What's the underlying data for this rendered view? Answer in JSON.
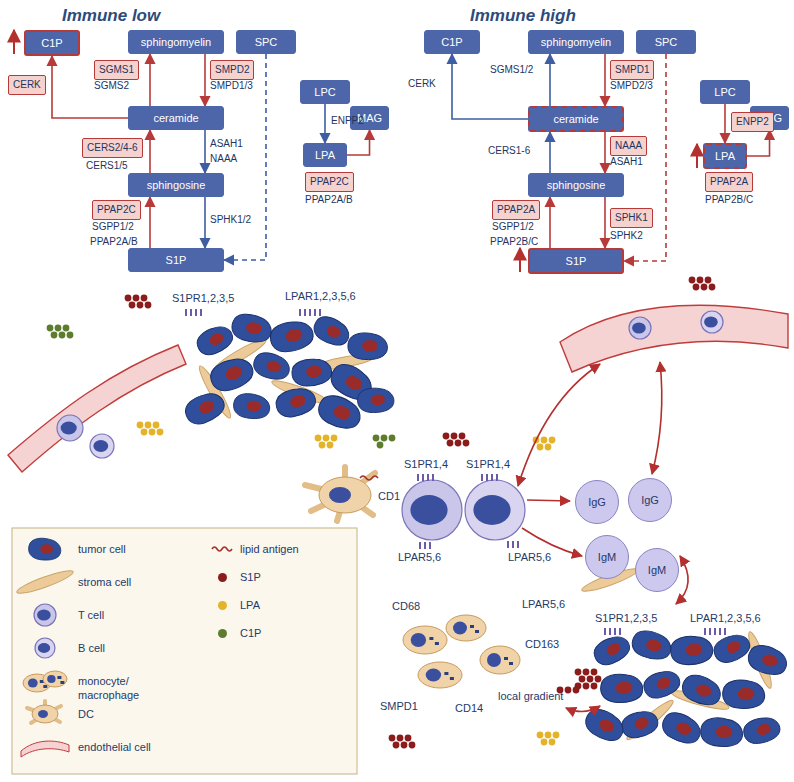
{
  "diagram": {
    "nodes": [
      {
        "text": [
          "C1P"
        ]
      },
      {
        "text": [
          "sphingomyelin"
        ]
      },
      {
        "text": [
          "SPC"
        ]
      },
      {
        "text": [
          "ceramide"
        ]
      },
      {
        "text": [
          "LPC"
        ]
      },
      {
        "text": [
          "MAG"
        ]
      },
      {
        "text": [
          "LPA"
        ]
      },
      {
        "text": [
          "sphingosine"
        ]
      },
      {
        "text": [
          "S1P"
        ]
      },
      {
        "text": [
          "SGMS1"
        ]
      },
      {
        "text": [
          "SMPD2"
        ]
      },
      {
        "text": [
          "CERK"
        ]
      },
      {
        "text": [
          "CERS2/4-6"
        ]
      },
      {
        "text": [
          "PPAP2C"
        ]
      },
      {
        "text": [
          "PPAP2C"
        ]
      },
      {
        "text": [
          "C1P"
        ]
      },
      {
        "text": [
          "sphingomyelin"
        ]
      },
      {
        "text": [
          "SPC"
        ]
      },
      {
        "text": [
          "ceramide"
        ]
      },
      {
        "text": [
          "LPC"
        ]
      },
      {
        "text": [
          "MAG"
        ]
      },
      {
        "text": [
          "LPA"
        ]
      },
      {
        "text": [
          "sphingosine"
        ]
      },
      {
        "text": [
          "S1P"
        ]
      },
      {
        "text": [
          "SMPD1"
        ]
      },
      {
        "text": [
          "NAAA"
        ]
      },
      {
        "text": [
          "ENPP2"
        ]
      },
      {
        "text": [
          "PPAP2A"
        ]
      },
      {
        "text": [
          "PPAP2A"
        ]
      },
      {
        "text": [
          "SPHK1"
        ]
      },
      {
        "text": [
          "IgG"
        ]
      },
      {
        "text": [
          "IgG"
        ]
      },
      {
        "text": [
          "IgM"
        ]
      },
      {
        "text": [
          "IgM"
        ]
      }
    ],
    "edges": [
      {
        "from": 3,
        "to": 1,
        "arrow": "to"
      },
      {
        "from": 1,
        "to": 3,
        "arrow": "to"
      },
      {
        "from": 3,
        "to": 0,
        "arrow": "to"
      },
      {
        "from": 7,
        "to": 3,
        "arrow": "to"
      },
      {
        "from": 3,
        "to": 7,
        "arrow": "to"
      },
      {
        "from": 8,
        "to": 7,
        "arrow": "to"
      },
      {
        "from": 7,
        "to": 8,
        "arrow": "to"
      },
      {
        "from": 2,
        "to": 8,
        "arrow": "to"
      },
      {
        "from": 4,
        "to": 6,
        "arrow": "to"
      },
      {
        "from": 6,
        "to": 5,
        "arrow": "to"
      },
      {
        "from": 18,
        "to": 16,
        "arrow": "to"
      },
      {
        "from": 16,
        "to": 18,
        "arrow": "to"
      },
      {
        "from": 18,
        "to": 15,
        "arrow": "to"
      },
      {
        "from": 22,
        "to": 18,
        "arrow": "to"
      },
      {
        "from": 18,
        "to": 22,
        "arrow": "to"
      },
      {
        "from": 23,
        "to": 22,
        "arrow": "to"
      },
      {
        "from": 22,
        "to": 23,
        "arrow": "to"
      },
      {
        "from": 17,
        "to": 23,
        "arrow": "to"
      },
      {
        "from": 19,
        "to": 21,
        "arrow": "to"
      },
      {
        "from": 21,
        "to": 20,
        "arrow": "to"
      }
    ],
    "labels": [
      "Immune low",
      "Immune high",
      "SGMS2",
      "SMPD1/3",
      "CERS1/5",
      "ASAH1",
      "NAAA",
      "SGPP1/2",
      "PPAP2A/B",
      "SPHK1/2",
      "ENPP2",
      "PPAP2A/B",
      "CERK",
      "SGMS1/2",
      "SMPD2/3",
      "CERS1-6",
      "ASAH1",
      "SGPP1/2",
      "PPAP2B/C",
      "SPHK2",
      "PPAP2B/C",
      "S1PR1,2,3,5",
      "LPAR1,2,3,5,6",
      "CD1",
      "S1PR1,4",
      "S1PR1,4",
      "LPAR5,6",
      "LPAR5,6",
      "LPAR5,6",
      "CD68",
      "SMPD1",
      "CD14",
      "CD163",
      "local gradient",
      "S1PR1,2,3,5",
      "LPAR1,2,3,5,6"
    ],
    "legend": [
      {
        "text": "tumor cell"
      },
      {
        "text": "stroma cell"
      },
      {
        "text": "T cell"
      },
      {
        "text": "B cell"
      },
      {
        "text": "monocyte/ macrophage"
      },
      {
        "text": "DC"
      },
      {
        "text": "endothelial cell"
      },
      {
        "text": "lipid antigen"
      },
      {
        "text": "S1P",
        "color": "#8b1c1c"
      },
      {
        "text": "LPA",
        "color": "#e3b32a"
      },
      {
        "text": "C1P",
        "color": "#5e7c2e"
      }
    ]
  }
}
